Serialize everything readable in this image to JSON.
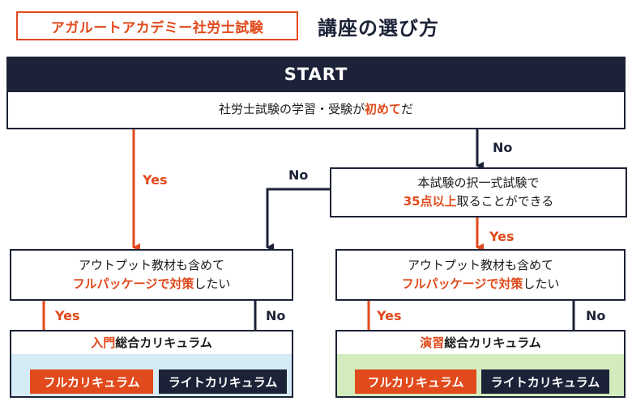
{
  "header": {
    "brand": "アガルートアカデミー社労士試験",
    "title": "講座の選び方"
  },
  "start": "START",
  "q1": {
    "pre": "社労士試験の学習・受験が",
    "em": "初めて",
    "post": "だ"
  },
  "q2": {
    "line1": "本試験の択一式試験で",
    "em": "35点以上",
    "post": "取ることができる"
  },
  "q3": {
    "line1": "アウトプット教材も含めて",
    "em": "フルパッケージで対策",
    "post": "したい"
  },
  "q4": {
    "line1": "アウトプット教材も含めて",
    "em": "フルパッケージで対策",
    "post": "したい"
  },
  "labels": {
    "yes": "Yes",
    "no": "No"
  },
  "results": [
    {
      "prefix": "入門",
      "suffix": "総合カリキュラム",
      "full": "フルカリキュラム",
      "light": "ライトカリキュラム"
    },
    {
      "prefix": "演習",
      "suffix": "総合カリキュラム",
      "full": "フルカリキュラム",
      "light": "ライトカリキュラム"
    }
  ],
  "colors": {
    "navy": "#1c2237",
    "accent": "#e04a1c",
    "light_blue": "#d5ecf7",
    "light_green": "#d3ecbd"
  }
}
